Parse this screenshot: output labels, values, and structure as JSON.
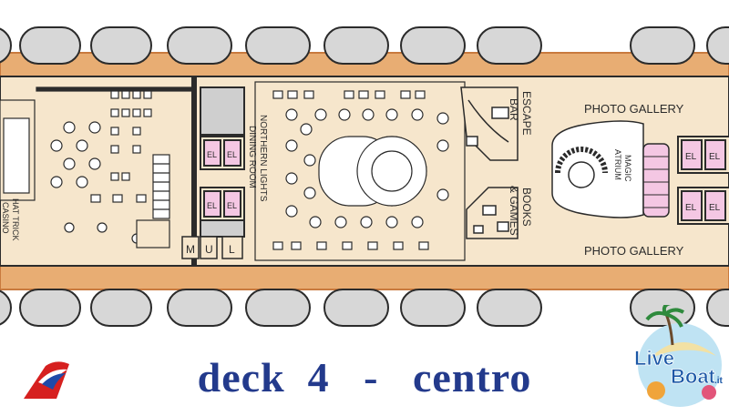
{
  "plan": {
    "colors": {
      "floor": "#f6e6cc",
      "deck_wood": "#e8ad73",
      "deck_wood_dark": "#c97a3e",
      "lifeboat": "#d7d7d7",
      "outline": "#2b2b2b",
      "elevator": "#f4c7e3",
      "grey_block": "#cfcfcf"
    },
    "rooms": {
      "casino": "HAT TRICK\nCASINO",
      "dining": "NORTHERN LIGHTS\nDINING ROOM",
      "bar": "ESCAPE\nBAR",
      "books": "BOOKS\n& GAMES",
      "atrium": "MAGIC\nATRIUM",
      "photo_top": "PHOTO GALLERY",
      "photo_bottom": "PHOTO GALLERY"
    },
    "elevator_label": "EL",
    "restrooms": [
      "M",
      "U",
      "L"
    ]
  },
  "caption": {
    "deck": "deck",
    "number": "4",
    "dash": "-",
    "area": "centro"
  },
  "watermark": {
    "text_live": "Live",
    "text_boat": "Boat",
    "text_suffix": ".it"
  }
}
